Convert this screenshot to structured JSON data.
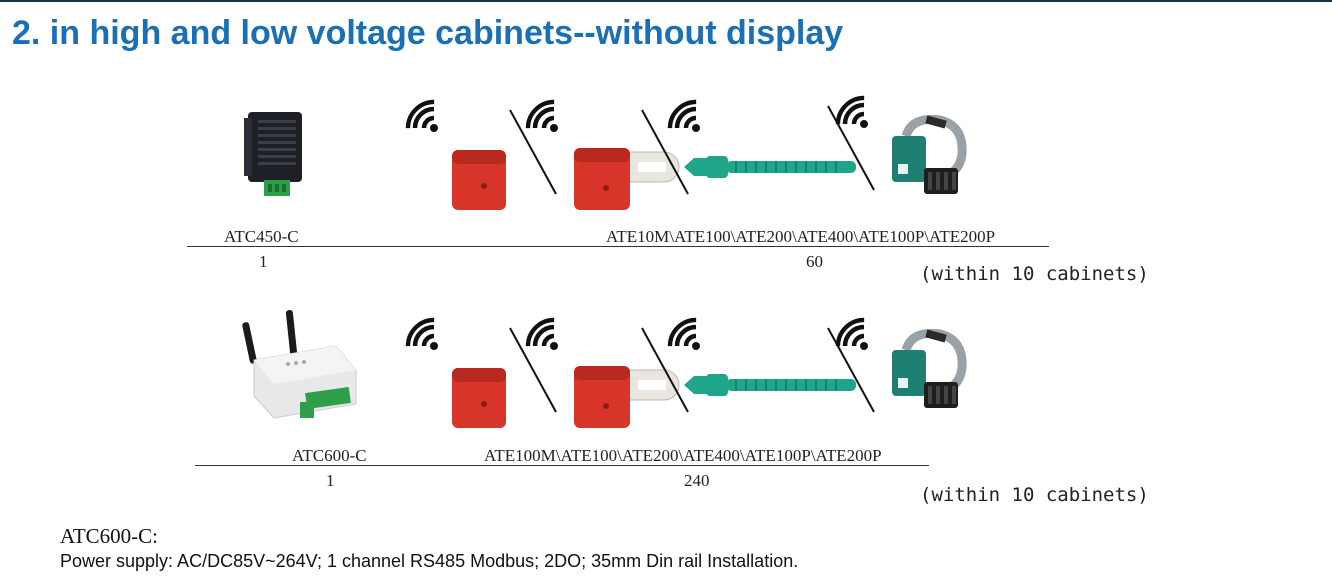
{
  "title": "2. in high and low voltage cabinets--without display",
  "row1": {
    "gateway_model": "ATC450-C",
    "gateway_qty": "1",
    "sensor_models": "ATE10M\\ATE100\\ATE200\\ATE400\\ATE100P\\ATE200P",
    "sensor_qty": "60",
    "range_note": "(within 10 cabinets)"
  },
  "row2": {
    "gateway_model": "ATC600-C",
    "gateway_qty": "1",
    "sensor_models": "ATE100M\\ATE100\\ATE200\\ATE400\\ATE100P\\ATE200P",
    "sensor_qty": "240",
    "range_note": "(within 10 cabinets)"
  },
  "footer": {
    "heading": "ATC600-C:",
    "description": "Power supply: AC/DC85V~264V; 1 channel RS485 Modbus; 2DO; 35mm Din rail Installation."
  },
  "colors": {
    "title": "#1a6fb5",
    "sensor_red": "#d9362b",
    "strap_teal": "#1fa58a",
    "wireless_icon": "#111111"
  }
}
